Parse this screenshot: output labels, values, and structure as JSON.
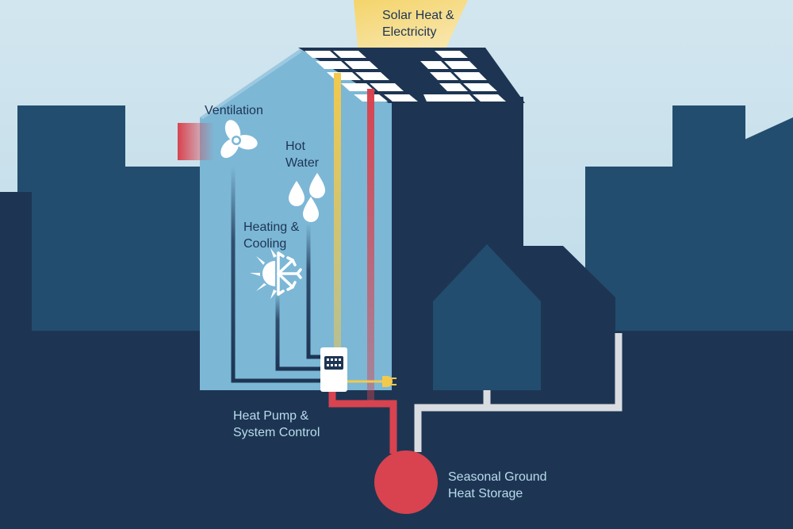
{
  "labels": {
    "solar_line1": "Solar Heat &",
    "solar_line2": "Electricity",
    "ventilation": "Ventilation",
    "hot_water_line1": "Hot",
    "hot_water_line2": "Water",
    "heating_line1": "Heating &",
    "heating_line2": "Cooling",
    "heat_pump_line1": "Heat Pump &",
    "heat_pump_line2": "System Control",
    "storage_line1": "Seasonal Ground",
    "storage_line2": "Heat Storage"
  },
  "colors": {
    "sky": "#c3dde9",
    "city_dark": "#1d3553",
    "city_mid": "#234d6e",
    "house_interior": "#7cb7d6",
    "solar_beam": "#f5dc7e",
    "solar_pipe": "#f2c94c",
    "hot_pipe": "#d8434f",
    "cold_pipe": "#d9dde2",
    "ground_storage": "#d8434f",
    "panel": "#ffffff"
  },
  "icons": [
    "fan-icon",
    "water-drops-icon",
    "sun-snowflake-icon",
    "controller-icon",
    "plug-icon",
    "solar-panels-icon"
  ]
}
